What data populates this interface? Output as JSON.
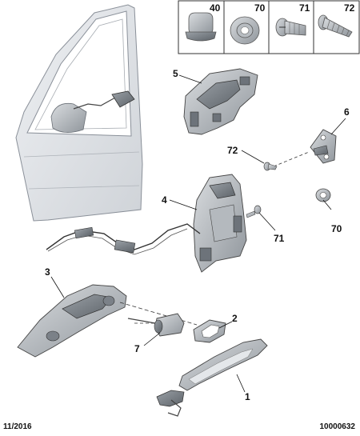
{
  "legend": {
    "items": [
      {
        "number": "40",
        "icon": "plug-icon"
      },
      {
        "number": "70",
        "icon": "grommet-icon"
      },
      {
        "number": "71",
        "icon": "screw-icon"
      },
      {
        "number": "72",
        "icon": "self-tapping-screw-icon"
      }
    ]
  },
  "callouts": {
    "c1": "1",
    "c2": "2",
    "c3": "3",
    "c4": "4",
    "c5": "5",
    "c6": "6",
    "c7": "7",
    "c70": "70",
    "c71": "71",
    "c72": "72"
  },
  "footer": {
    "date": "11/2016",
    "ref": "10000632"
  }
}
